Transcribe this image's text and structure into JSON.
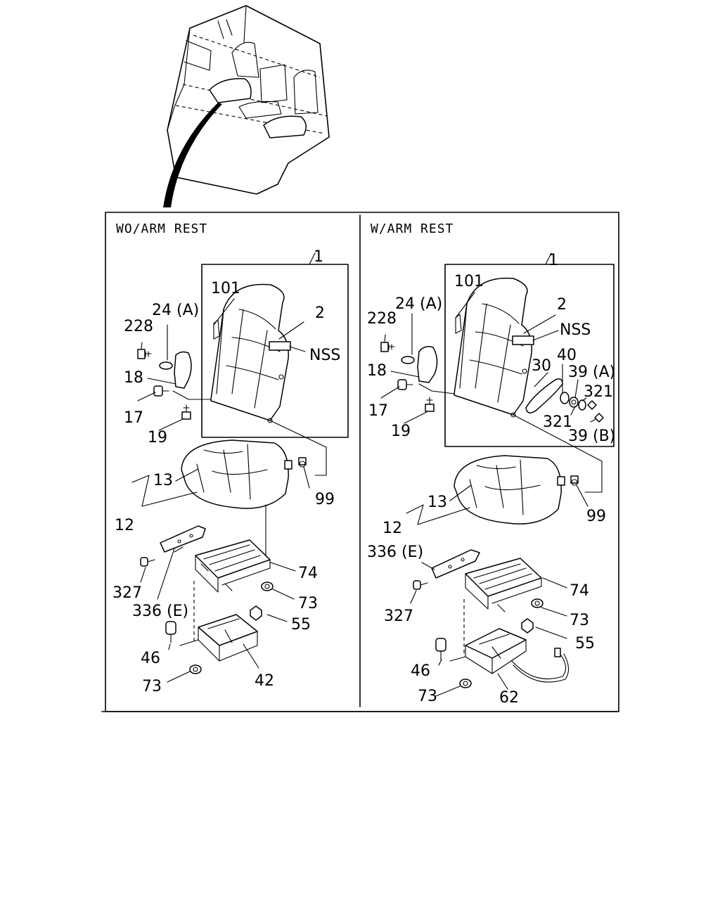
{
  "panels": {
    "left": {
      "header": "WO/ARM REST",
      "labels": {
        "l1": "1",
        "l101": "101",
        "l2": "2",
        "lnss": "NSS",
        "l24a": "24 (A)",
        "l228": "228",
        "l18": "18",
        "l17": "17",
        "l19": "19",
        "l13": "13",
        "l12": "12",
        "l99": "99",
        "l327": "327",
        "l336e": "336 (E)",
        "l74": "74",
        "l73a": "73",
        "l55": "55",
        "l46": "46",
        "l42": "42",
        "l73b": "73"
      }
    },
    "right": {
      "header": "W/ARM REST",
      "labels": {
        "r1": "1",
        "r101": "101",
        "r2": "2",
        "rnss": "NSS",
        "r24a": "24 (A)",
        "r228": "228",
        "r18": "18",
        "r17": "17",
        "r19": "19",
        "r40": "40",
        "r30": "30",
        "r39a": "39 (A)",
        "r321a": "321",
        "r321b": "321",
        "r39b": "39 (B)",
        "r13": "13",
        "r12": "12",
        "r99": "99",
        "r336e": "336 (E)",
        "r327": "327",
        "r74": "74",
        "r73a": "73",
        "r55": "55",
        "r46": "46",
        "r62": "62",
        "r73b": "73"
      }
    }
  },
  "icons": [
    "cab-overview-illustration",
    "seat-back-illustration",
    "seat-cushion-illustration",
    "seat-frame-illustration",
    "bolt-icon",
    "nut-icon"
  ]
}
